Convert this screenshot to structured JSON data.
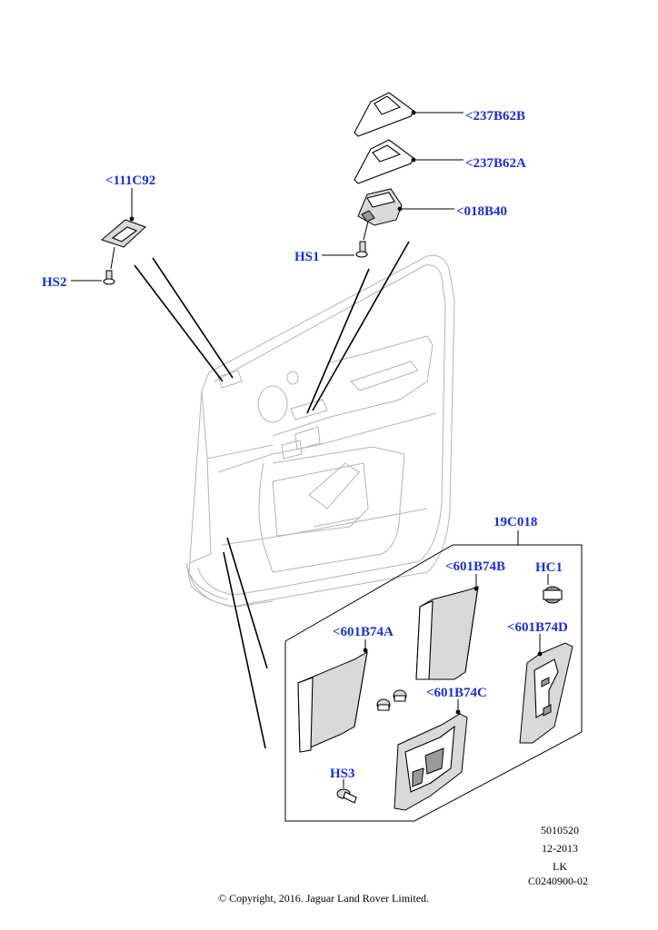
{
  "diagram": {
    "labels": {
      "switch_cover_b": "<237B62B",
      "switch_cover_a": "<237B62A",
      "window_switch": "<018B40",
      "hs1": "HS1",
      "mirror_switch": "<111C92",
      "hs2": "HS2",
      "kit": "19C018",
      "panel_b": "<601B74B",
      "hc1": "HC1",
      "panel_a": "<601B74A",
      "panel_d": "<601B74D",
      "panel_c": "<601B74C",
      "hs3": "HS3"
    },
    "colors": {
      "label": "#1a2fd0",
      "line": "#000000",
      "door_outline": "#b4b4b4",
      "part_fill": "#d9d9d9"
    }
  },
  "info": {
    "code": "5010520",
    "date": "12-2013",
    "initials": "LK",
    "ref": "C0240900-02",
    "copyright": "© Copyright, 2016. Jaguar Land Rover Limited."
  }
}
